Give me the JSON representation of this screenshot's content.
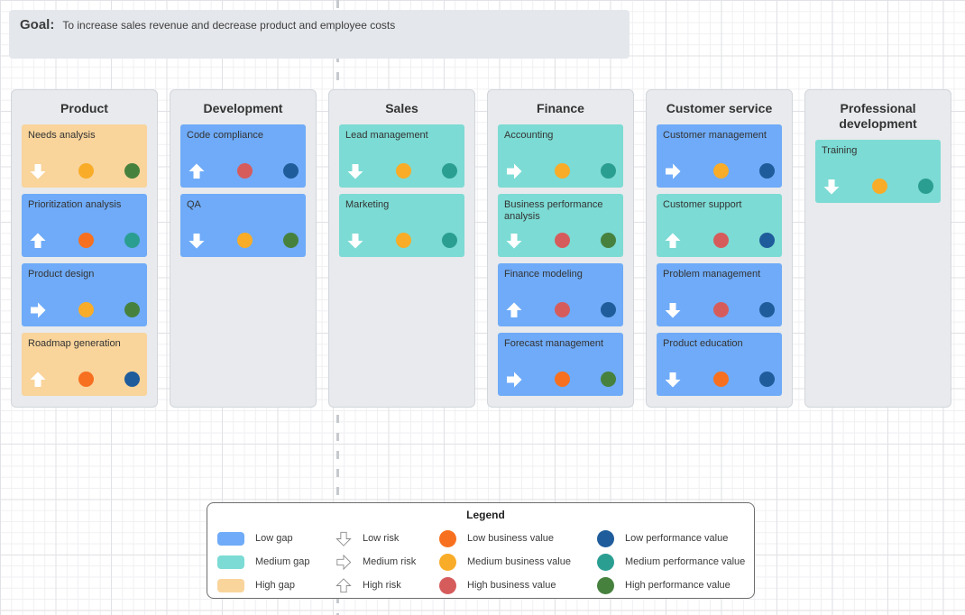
{
  "goal": {
    "label": "Goal:",
    "text": "To increase sales revenue and decrease product and employee costs"
  },
  "colors": {
    "gap": {
      "low": "#6FABF8",
      "medium": "#7CDBD4",
      "high": "#F9D49B"
    },
    "business_value": {
      "low": "#F7701F",
      "medium": "#F9AC28",
      "high": "#D65C5C"
    },
    "performance_value": {
      "low": "#1F5C9B",
      "medium": "#2B9E92",
      "high": "#47813E"
    }
  },
  "risk_arrow_directions": {
    "low": "down",
    "medium": "right",
    "high": "up"
  },
  "columns": [
    {
      "title": "Product",
      "cards": [
        {
          "label": "Needs analysis",
          "gap": "high",
          "risk": "low",
          "business_value": "medium",
          "performance_value": "high"
        },
        {
          "label": "Prioritization analysis",
          "gap": "low",
          "risk": "high",
          "business_value": "low",
          "performance_value": "medium"
        },
        {
          "label": "Product design",
          "gap": "low",
          "risk": "medium",
          "business_value": "medium",
          "performance_value": "high"
        },
        {
          "label": "Roadmap generation",
          "gap": "high",
          "risk": "high",
          "business_value": "low",
          "performance_value": "low"
        }
      ]
    },
    {
      "title": "Development",
      "cards": [
        {
          "label": "Code compliance",
          "gap": "low",
          "risk": "high",
          "business_value": "high",
          "performance_value": "low"
        },
        {
          "label": "QA",
          "gap": "low",
          "risk": "low",
          "business_value": "medium",
          "performance_value": "high"
        }
      ]
    },
    {
      "title": "Sales",
      "cards": [
        {
          "label": "Lead management",
          "gap": "medium",
          "risk": "low",
          "business_value": "medium",
          "performance_value": "medium"
        },
        {
          "label": "Marketing",
          "gap": "medium",
          "risk": "low",
          "business_value": "medium",
          "performance_value": "medium"
        }
      ]
    },
    {
      "title": "Finance",
      "cards": [
        {
          "label": "Accounting",
          "gap": "medium",
          "risk": "medium",
          "business_value": "medium",
          "performance_value": "medium"
        },
        {
          "label": "Business performance analysis",
          "gap": "medium",
          "risk": "low",
          "business_value": "high",
          "performance_value": "high"
        },
        {
          "label": "Finance modeling",
          "gap": "low",
          "risk": "high",
          "business_value": "high",
          "performance_value": "low"
        },
        {
          "label": "Forecast management",
          "gap": "low",
          "risk": "medium",
          "business_value": "low",
          "performance_value": "high"
        }
      ]
    },
    {
      "title": "Customer service",
      "cards": [
        {
          "label": "Customer management",
          "gap": "low",
          "risk": "medium",
          "business_value": "medium",
          "performance_value": "low"
        },
        {
          "label": "Customer support",
          "gap": "medium",
          "risk": "high",
          "business_value": "high",
          "performance_value": "low"
        },
        {
          "label": "Problem management",
          "gap": "low",
          "risk": "low",
          "business_value": "high",
          "performance_value": "low"
        },
        {
          "label": "Product education",
          "gap": "low",
          "risk": "low",
          "business_value": "low",
          "performance_value": "low"
        }
      ]
    },
    {
      "title": "Professional development",
      "cards": [
        {
          "label": "Training",
          "gap": "medium",
          "risk": "low",
          "business_value": "medium",
          "performance_value": "medium"
        }
      ]
    }
  ],
  "legend": {
    "title": "Legend",
    "gap_items": [
      {
        "level": "low",
        "label": "Low gap"
      },
      {
        "level": "medium",
        "label": "Medium gap"
      },
      {
        "level": "high",
        "label": "High gap"
      }
    ],
    "risk_items": [
      {
        "level": "low",
        "label": "Low risk"
      },
      {
        "level": "medium",
        "label": "Medium risk"
      },
      {
        "level": "high",
        "label": "High risk"
      }
    ],
    "business_value_items": [
      {
        "level": "low",
        "label": "Low business value"
      },
      {
        "level": "medium",
        "label": "Medium business value"
      },
      {
        "level": "high",
        "label": "High business value"
      }
    ],
    "performance_value_items": [
      {
        "level": "low",
        "label": "Low performance value"
      },
      {
        "level": "medium",
        "label": "Medium performance value"
      },
      {
        "level": "high",
        "label": "High performance value"
      }
    ]
  }
}
